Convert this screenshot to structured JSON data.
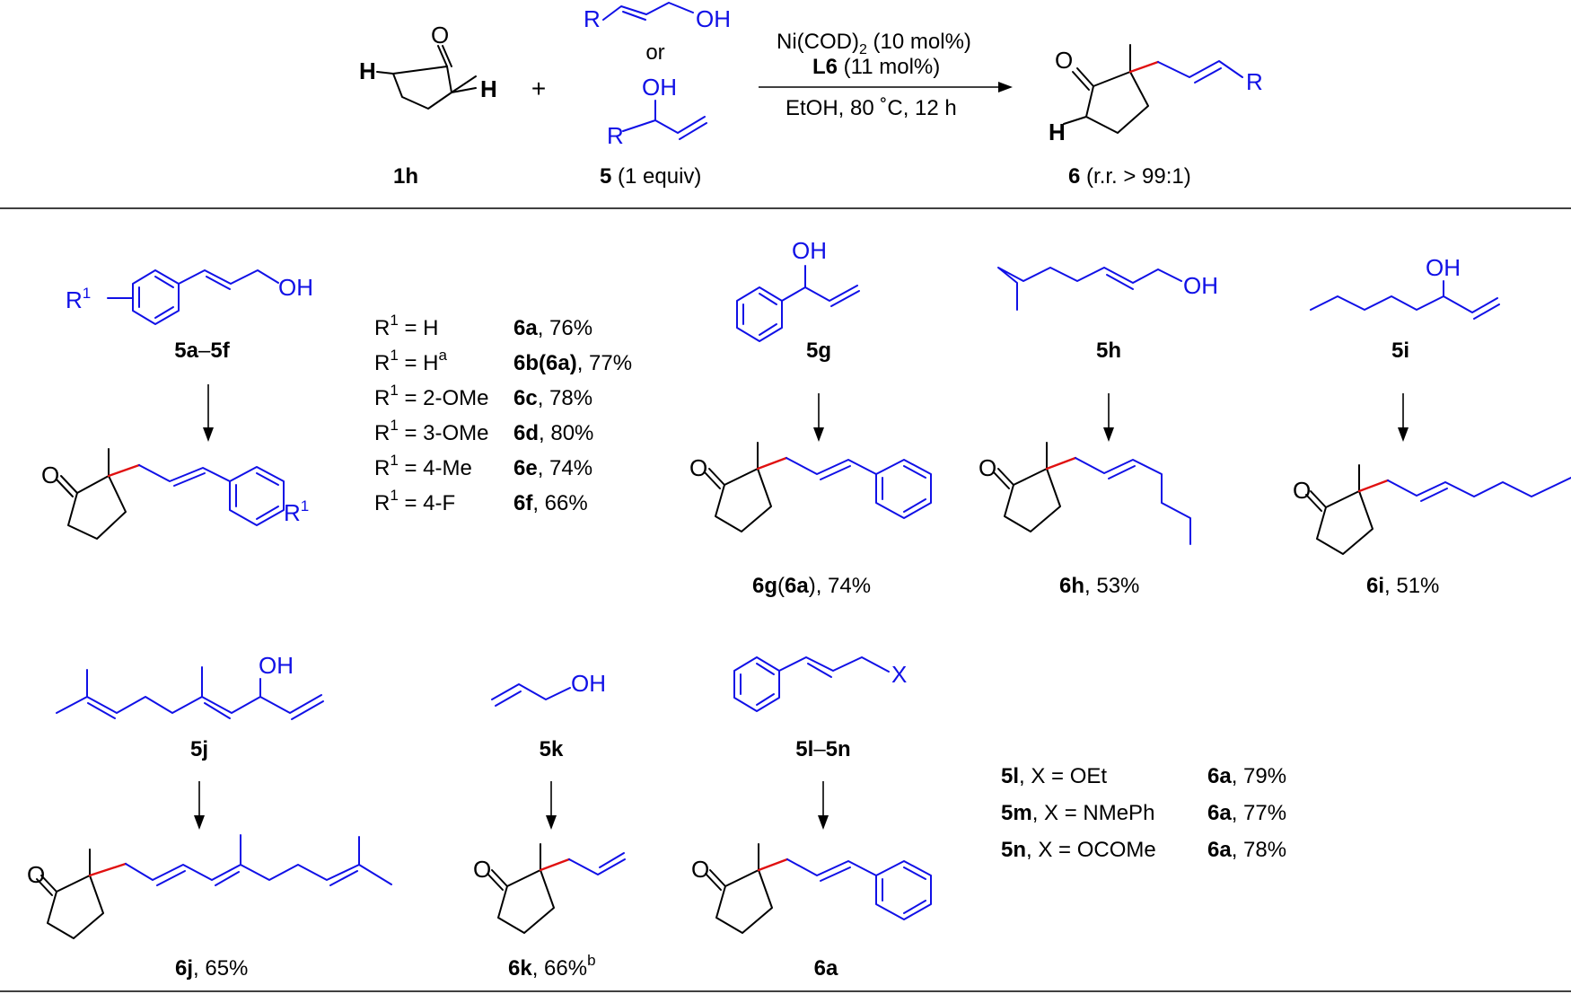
{
  "colors": {
    "highlight_bond": "#e01010",
    "allyl_fragment": "#1010e6",
    "skeleton": "#000000"
  },
  "header": {
    "sm_label": "1h",
    "plus": "+",
    "reagent_or": "or",
    "reagent_label_bold": "5",
    "reagent_label_rest": " (1 equiv)",
    "cond_1_a": "Ni(COD)",
    "cond_1_sub": "2",
    "cond_1_b": " (10 mol%)",
    "cond_2_bold": "L6",
    "cond_2_rest": " (11 mol%)",
    "cond_3": "EtOH, 80 ˚C, 12 h",
    "product_label_bold": "6",
    "product_label_rest": " (r.r. > 99:1)"
  },
  "atoms": {
    "O": "O",
    "H": "H",
    "R": "R",
    "OH": "OH",
    "X": "X",
    "R1": "R",
    "R1_sup": "1"
  },
  "table_5af": {
    "label_a": "5a",
    "label_dash": "–",
    "label_b": "5f",
    "rows": [
      {
        "r": "H",
        "sup": "",
        "product": "6a",
        "yield": ", 76%"
      },
      {
        "r": "H",
        "sup": "a",
        "product": "6b(6a)",
        "yield": ", 77%"
      },
      {
        "r": "2-OMe",
        "sup": "",
        "product": "6c",
        "yield": ", 78%"
      },
      {
        "r": "3-OMe",
        "sup": "",
        "product": "6d",
        "yield": ", 80%"
      },
      {
        "r": "4-Me",
        "sup": "",
        "product": "6e",
        "yield": ", 74%"
      },
      {
        "r": "4-F",
        "sup": "",
        "product": "6f",
        "yield": ", 66%"
      }
    ]
  },
  "examples": {
    "g": {
      "sm": "5g",
      "prod_a": "6g",
      "prod_b": "(",
      "prod_c": "6a",
      "prod_d": "), 74%"
    },
    "h": {
      "sm": "5h",
      "prod": "6h",
      "yield": ", 53%"
    },
    "i": {
      "sm": "5i",
      "prod": "6i",
      "yield": ", 51%"
    },
    "j": {
      "sm": "5j",
      "prod": "6j",
      "yield": ", 65%"
    },
    "k": {
      "sm": "5k",
      "prod": "6k",
      "yield": ", 66%",
      "yield_sup": "b"
    },
    "ln": {
      "sm_a": "5l",
      "sm_dash": "–",
      "sm_b": "5n",
      "prod": "6a"
    }
  },
  "table_5ln": {
    "rows": [
      {
        "sm": "5l",
        "x": ",  X = OEt",
        "product": "6a",
        "yield": ", 79%"
      },
      {
        "sm": "5m",
        "x": ",   X = NMePh",
        "product": "6a",
        "yield": ", 77%"
      },
      {
        "sm": "5n",
        "x": ", X = OCOMe",
        "product": "6a",
        "yield": ", 78%"
      }
    ]
  }
}
